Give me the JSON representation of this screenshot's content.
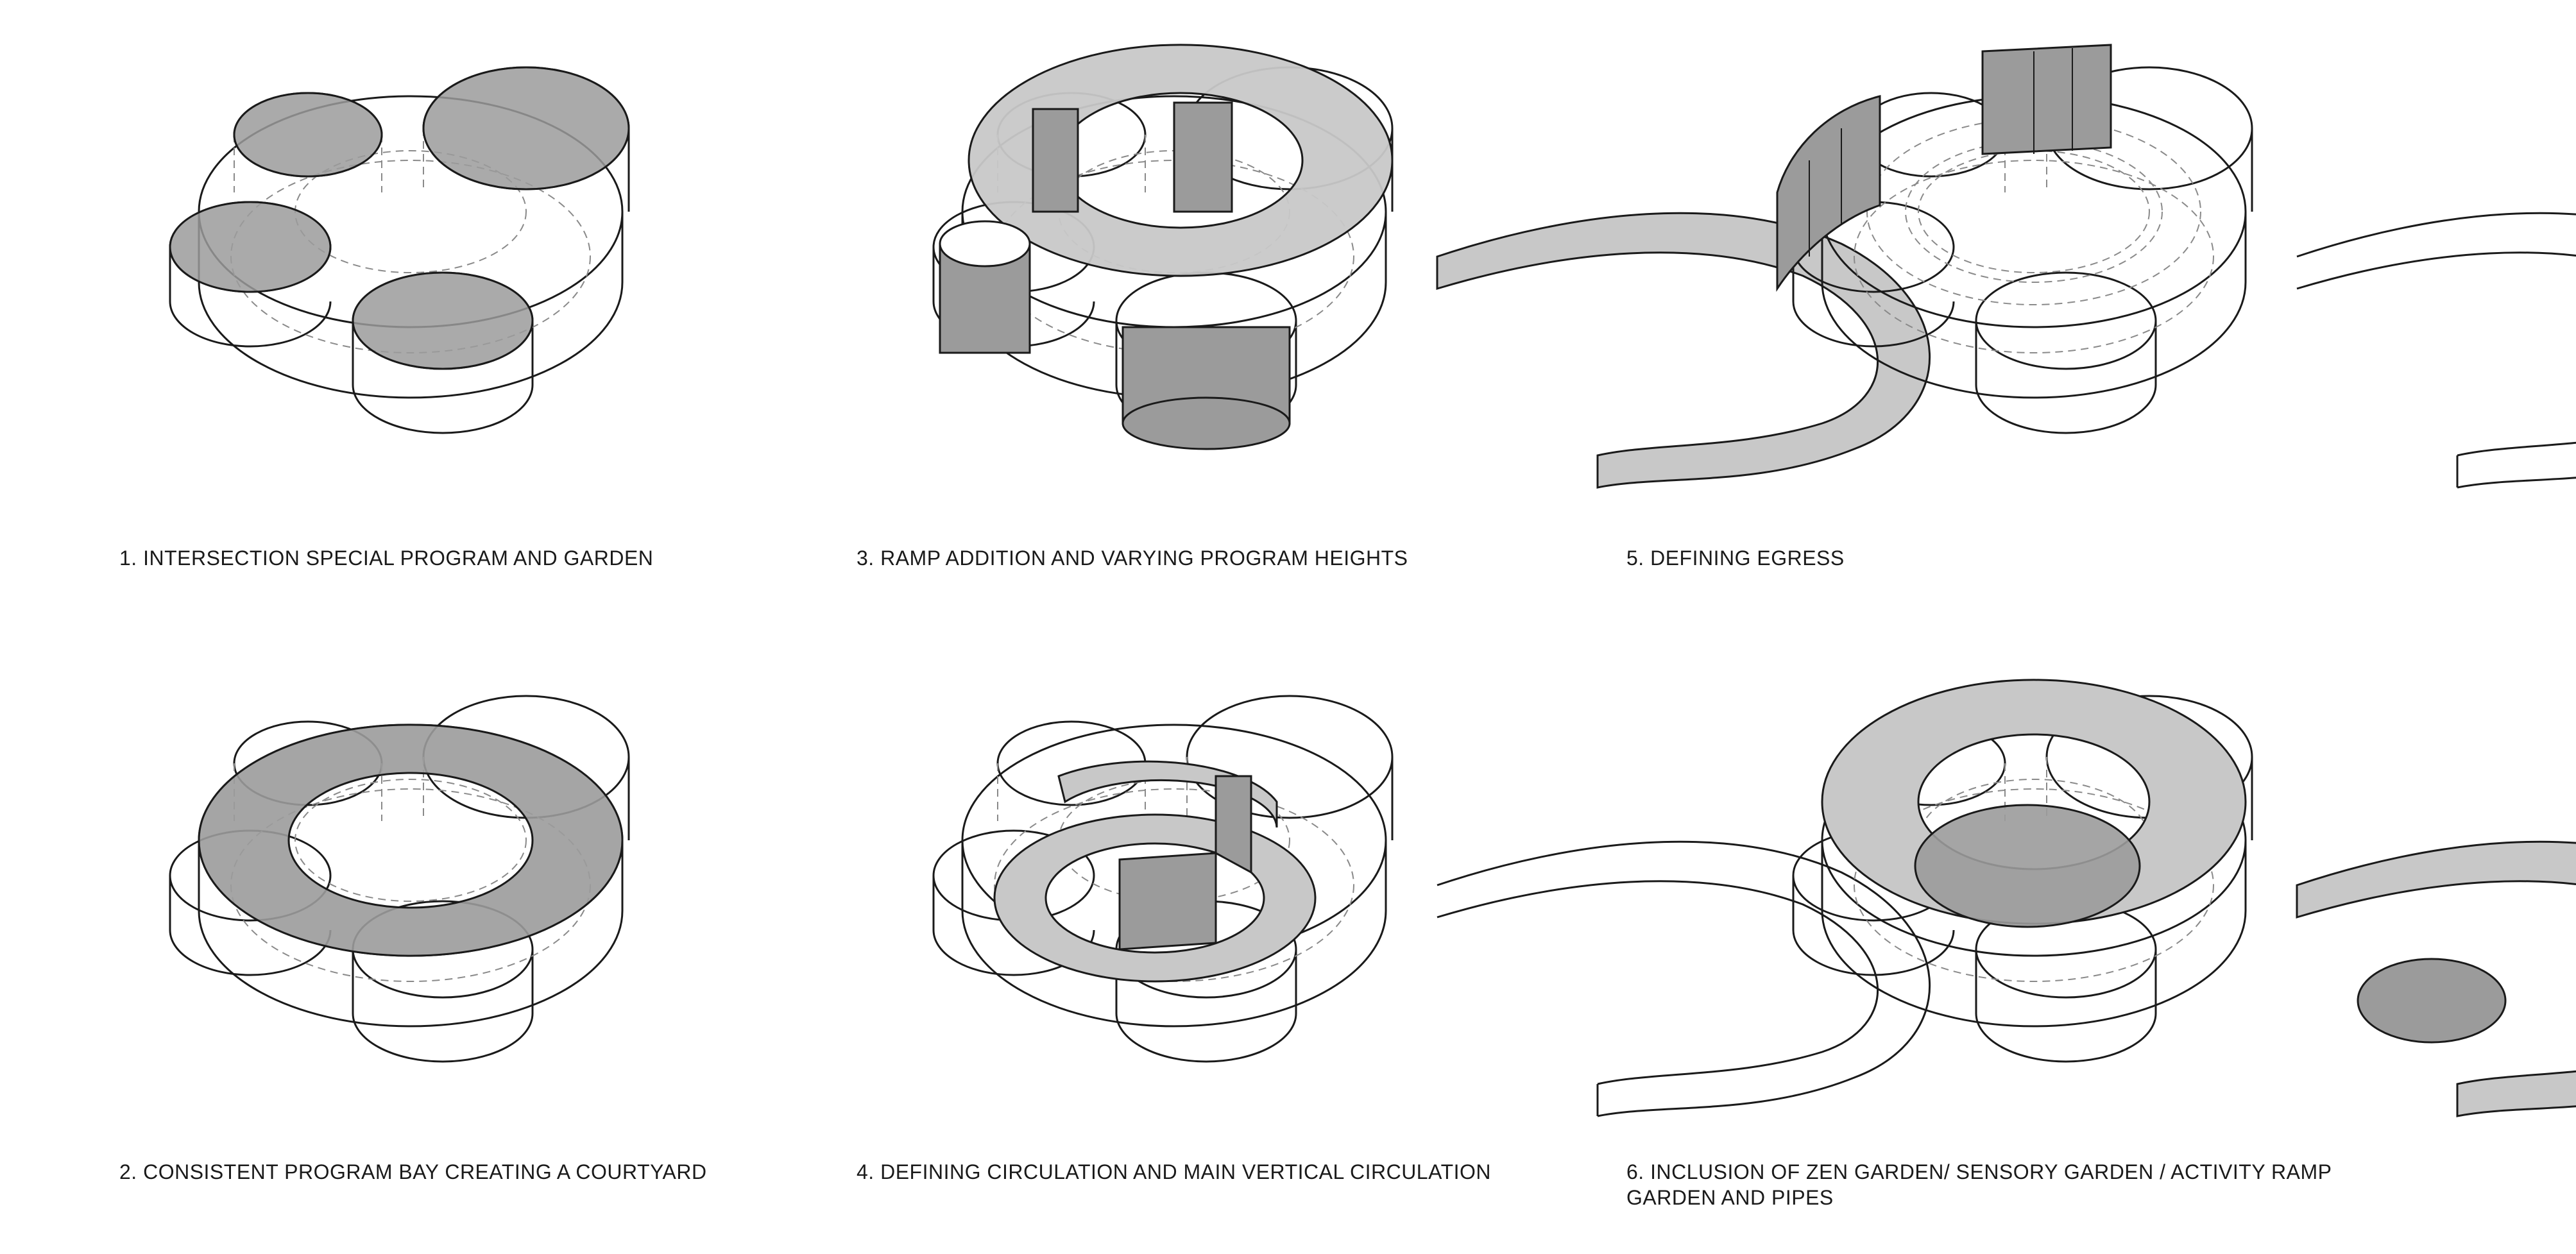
{
  "colors": {
    "line": "#1a1a1a",
    "hidden_line": "#8a8a8a",
    "dark_fill": "#9b9b9b",
    "light_fill": "#c8c8c8",
    "background": "#ffffff"
  },
  "diagrams": [
    {
      "step": 1,
      "caption": "1. INTERSECTION SPECIAL PROGRAM AND GARDEN",
      "highlight": "four circular program roofs"
    },
    {
      "step": 2,
      "caption": "2. CONSISTENT PROGRAM BAY CREATING A COURTYARD",
      "highlight": "ring-shaped program bay"
    },
    {
      "step": 3,
      "caption": "3. RAMP ADDITION AND VARYING PROGRAM HEIGHTS",
      "highlight": "spiral ramp and raised program volumes"
    },
    {
      "step": 4,
      "caption": "4. DEFINING CIRCULATION AND MAIN VERTICAL CIRCULATION",
      "highlight": "inner circulation ring and vertical core"
    },
    {
      "step": 5,
      "caption": "5. DEFINING EGRESS",
      "highlight": "egress stair volumes"
    },
    {
      "step": 6,
      "caption_lines": [
        "6. INCLUSION OF ZEN GARDEN/ SENSORY GARDEN / ACTIVITY RAMP",
        "GARDEN AND PIPES"
      ],
      "highlight": "ramp with garden circles"
    }
  ]
}
